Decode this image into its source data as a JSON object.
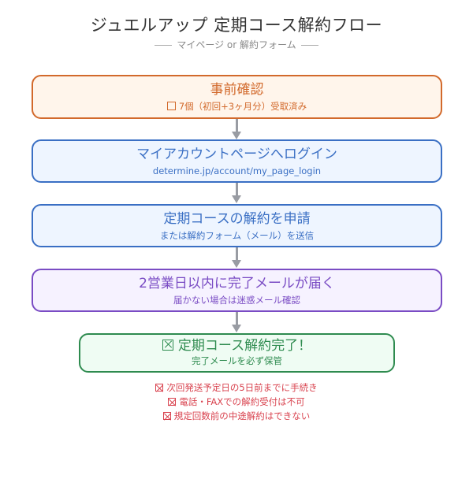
{
  "header": {
    "title": "ジュエルアップ 定期コース解約フロー",
    "subtitle": "マイページ or 解約フォーム"
  },
  "steps": [
    {
      "title": "事前確認",
      "sub": "7個（初回+3ヶ月分）受取済み",
      "sub_icon": "checkbox-icon",
      "border": "#d2692b",
      "bg": "#fff5eb",
      "color": "#d2692b"
    },
    {
      "title": "マイアカウントページへログイン",
      "sub": "determine.jp/account/my_page_login",
      "border": "#3a6fc4",
      "bg": "#eef5ff",
      "color": "#3a6fc4"
    },
    {
      "title": "定期コースの解約を申請",
      "sub": "または解約フォーム（メール）を送信",
      "border": "#3a6fc4",
      "bg": "#eef5ff",
      "color": "#3a6fc4"
    },
    {
      "title": "2営業日以内に完了メールが届く",
      "sub": "届かない場合は迷惑メール確認",
      "border": "#7a4cc4",
      "bg": "#f6f2ff",
      "color": "#7a4cc4"
    },
    {
      "title": "定期コース解約完了！",
      "title_icon": "check-box-icon",
      "sub": "完了メールを必ず保管",
      "border": "#2e8b4f",
      "bg": "#effcf3",
      "color": "#2e8b4f"
    }
  ],
  "notes": [
    "次回発送予定日の5日前までに手続き",
    "電話・FAXでの解約受付は不可",
    "規定回数前の中途解約はできない"
  ],
  "colors": {
    "arrow": "#999ca3",
    "notes": "#d9434f",
    "title": "#333333"
  }
}
